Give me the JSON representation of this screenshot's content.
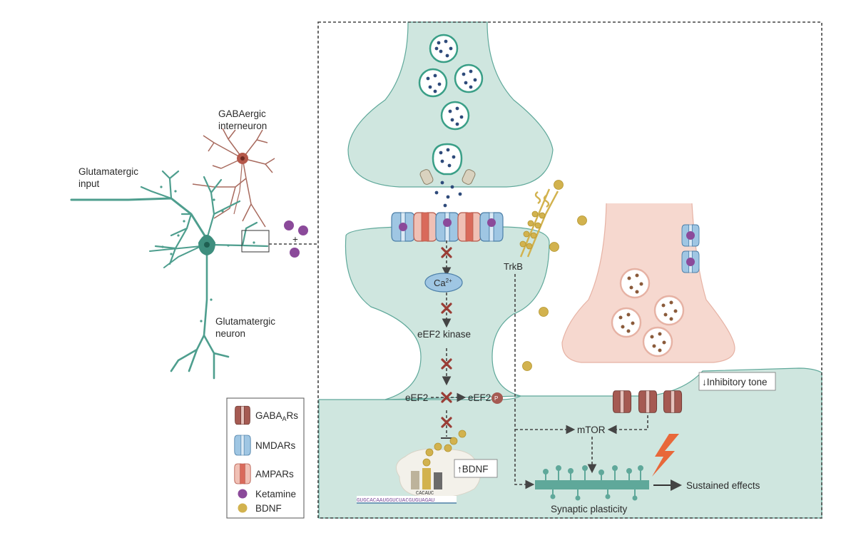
{
  "overview": {
    "gaba_label_line1": "GABAergic",
    "gaba_label_line2": "interneuron",
    "input_label_line1": "Glutamatergic",
    "input_label_line2": "input",
    "neuron_label_line1": "Glutamatergic",
    "neuron_label_line2": "neuron",
    "plus_sign": "+"
  },
  "legend": {
    "items": [
      {
        "label": "GABA",
        "sub": "A",
        "suffix": "Rs"
      },
      {
        "label": "NMDARs",
        "sub": "",
        "suffix": ""
      },
      {
        "label": "AMPARs",
        "sub": "",
        "suffix": ""
      },
      {
        "label": "Ketamine",
        "sub": "",
        "suffix": ""
      },
      {
        "label": "BDNF",
        "sub": "",
        "suffix": ""
      }
    ]
  },
  "pathway": {
    "ca_label": "Ca",
    "ca_sup": "2+",
    "eef2k_label": "eEF2 kinase",
    "eef2_label": "eEF2",
    "eef2p_label": "eEF2",
    "p_label": "P",
    "trkb_label": "TrkB",
    "mtor_label": "mTOR",
    "bdnf_up_label": "↑BDNF",
    "inhibitory_label": "↓Inhibitory tone",
    "plasticity_label": "Synaptic plasticity",
    "sustained_label": "Sustained effects",
    "dna_sequence": "GUGCACAAUGGUCUACGUGUAGAU",
    "rna_fragment": "CACAUC"
  },
  "colors": {
    "teal_fill": "#cfe6df",
    "teal_stroke": "#5fa89a",
    "neuron": "#4e9e8e",
    "pink_fill": "#f6d8cf",
    "gaba_red": "#a55a52",
    "nmda_blue": "#9fc6e3",
    "ampa_red": "#d96a5b",
    "ketamine": "#8b4a9a",
    "bdnf": "#d2b24e",
    "vesicle_dot": "#2e4a7a",
    "cross": "#9a3d35",
    "lightning": "#e8683a"
  }
}
